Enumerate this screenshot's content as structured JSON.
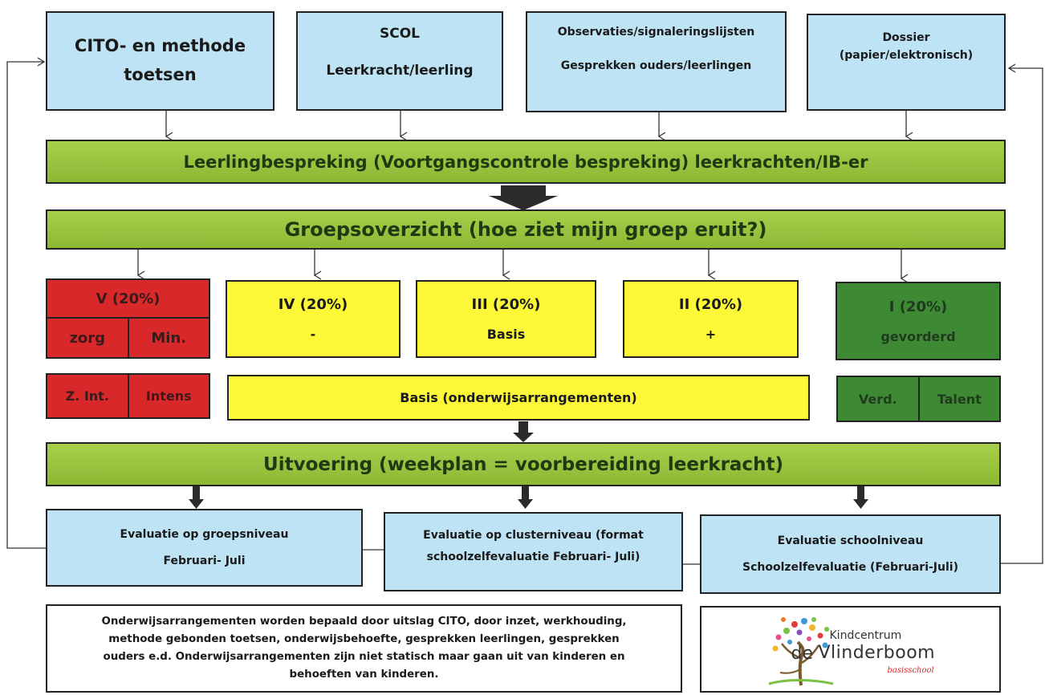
{
  "sources": {
    "cito": "CITO- en methode toetsen",
    "scol_title": "SCOL",
    "scol_sub": "Leerkracht/leerling",
    "obs_line1": "Observaties/signaleringslijsten",
    "obs_line2": "Gesprekken ouders/leerlingen",
    "dossier_line1": "Dossier",
    "dossier_line2": "(papier/elektronisch)"
  },
  "leerlingbespreking": "Leerlingbespreking (Voortgangscontrole bespreking) leerkrachten/IB-er",
  "groepsoverzicht": "Groepsoverzicht (hoe ziet mijn groep eruit?)",
  "levels": {
    "v": {
      "title": "V (20%)",
      "left": "zorg",
      "right": "Min."
    },
    "iv": {
      "title": "IV (20%)",
      "sub": "-"
    },
    "iii": {
      "title": "III (20%)",
      "sub": "Basis"
    },
    "ii": {
      "title": "II (20%)",
      "sub": "+"
    },
    "i": {
      "title": "I (20%)",
      "sub": "gevorderd"
    }
  },
  "arrangements": {
    "red_left": "Z. Int.",
    "red_right": "Intens",
    "basis": "Basis (onderwijsarrangementen)",
    "green_left": "Verd.",
    "green_right": "Talent"
  },
  "uitvoering": "Uitvoering (weekplan = voorbereiding leerkracht)",
  "evaluations": {
    "group_line1": "Evaluatie op groepsniveau",
    "group_line2": "Februari- Juli",
    "cluster_line1": "Evaluatie op clusterniveau (format",
    "cluster_line2": "schoolzelfevaluatie  Februari- Juli)",
    "school_line1": "Evaluatie schoolniveau",
    "school_line2": "Schoolzelfevaluatie (Februari-Juli)"
  },
  "note": [
    "Onderwijsarrangementen worden bepaald door uitslag CITO, door inzet, werkhouding,",
    "methode gebonden toetsen, onderwijsbehoefte, gesprekken leerlingen, gesprekken",
    "ouders e.d. Onderwijsarrangementen zijn niet statisch maar gaan uit van kinderen en",
    "behoeften van kinderen."
  ],
  "logo": {
    "kindcentrum": "Kindcentrum",
    "name_de": "de",
    "name_main": "Vlinderboom",
    "basisschool": "basisschool"
  },
  "colors": {
    "source_blue": "#bde3f4",
    "bar_green": "#9ac33f",
    "level_red": "#d9282a",
    "level_yellow": "#fcf838",
    "level_darkgreen": "#3e8a34"
  }
}
